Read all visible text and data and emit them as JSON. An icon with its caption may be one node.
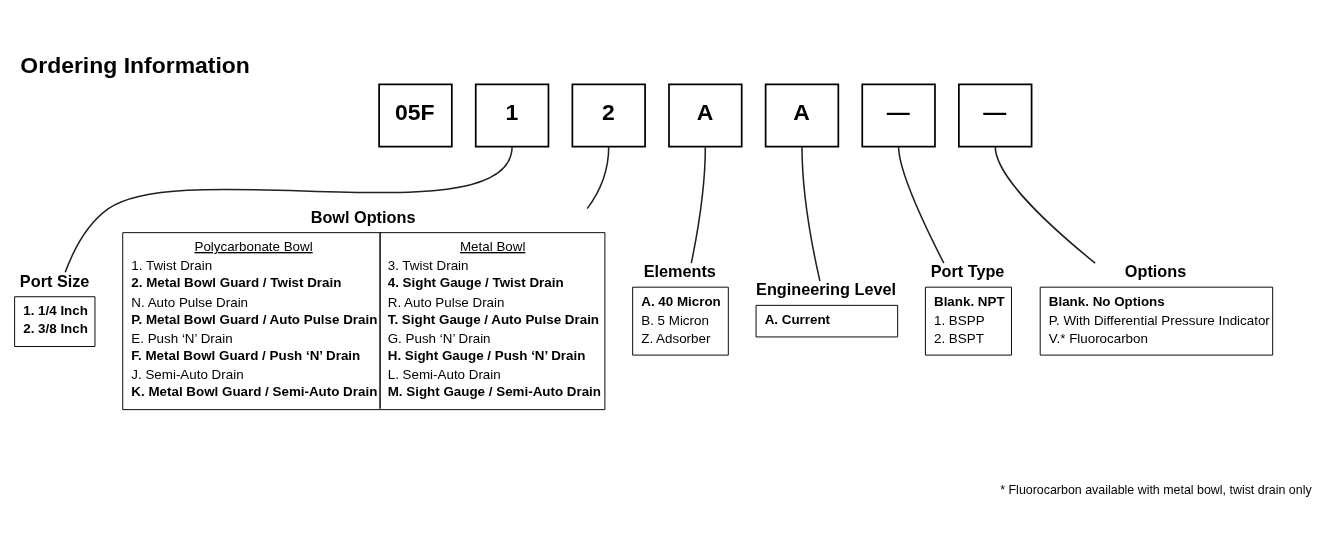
{
  "diagram": {
    "title": "Ordering Information",
    "nodes": [
      {
        "text": [
          "05F"
        ]
      },
      {
        "text": [
          "1"
        ]
      },
      {
        "text": [
          "2"
        ]
      },
      {
        "text": [
          "A"
        ]
      },
      {
        "text": [
          "A"
        ]
      },
      {
        "text": [
          "—"
        ]
      },
      {
        "text": [
          "—"
        ]
      },
      {
        "text": [
          "Port Size",
          "1. 1/4 Inch",
          "2. 3/8 Inch"
        ]
      },
      {
        "text": [
          "Bowl Options",
          "Polycarbonate Bowl",
          "1. Twist Drain",
          "2. Metal Bowl Guard / Twist Drain",
          "N. Auto Pulse Drain",
          "P. Metal Bowl Guard / Auto Pulse Drain",
          "E. Push ‘N’ Drain",
          "F. Metal Bowl Guard / Push ‘N’ Drain",
          "J. Semi-Auto Drain",
          "K. Metal Bowl Guard / Semi-Auto Drain",
          "Metal Bowl",
          "3. Twist Drain",
          "4. Sight Gauge / Twist Drain",
          "R. Auto Pulse Drain",
          "T. Sight Gauge / Auto Pulse Drain",
          "G. Push ‘N’ Drain",
          "H. Sight Gauge / Push ‘N’ Drain",
          "L. Semi-Auto Drain",
          "M. Sight Gauge / Semi-Auto Drain"
        ]
      },
      {
        "text": [
          "Elements",
          "A. 40 Micron",
          "B. 5 Micron",
          "Z. Adsorber"
        ]
      },
      {
        "text": [
          "Engineering Level",
          "A. Current"
        ]
      },
      {
        "text": [
          "Port Type",
          "Blank. NPT",
          "1. BSPP",
          "2. BSPT"
        ]
      },
      {
        "text": [
          "Options",
          "Blank. No Options",
          "P. With Differential Pressure Indicator",
          "V.* Fluorocarbon"
        ]
      }
    ],
    "edges": [
      {
        "from": 1,
        "to": 7,
        "arrow": "none"
      },
      {
        "from": 2,
        "to": 8,
        "arrow": "none"
      },
      {
        "from": 3,
        "to": 9,
        "arrow": "none"
      },
      {
        "from": 4,
        "to": 10,
        "arrow": "none"
      },
      {
        "from": 5,
        "to": 11,
        "arrow": "none"
      },
      {
        "from": 6,
        "to": 12,
        "arrow": "none"
      }
    ],
    "labels": [
      "* Fluorocarbon available with metal bowl, twist drain only"
    ]
  }
}
